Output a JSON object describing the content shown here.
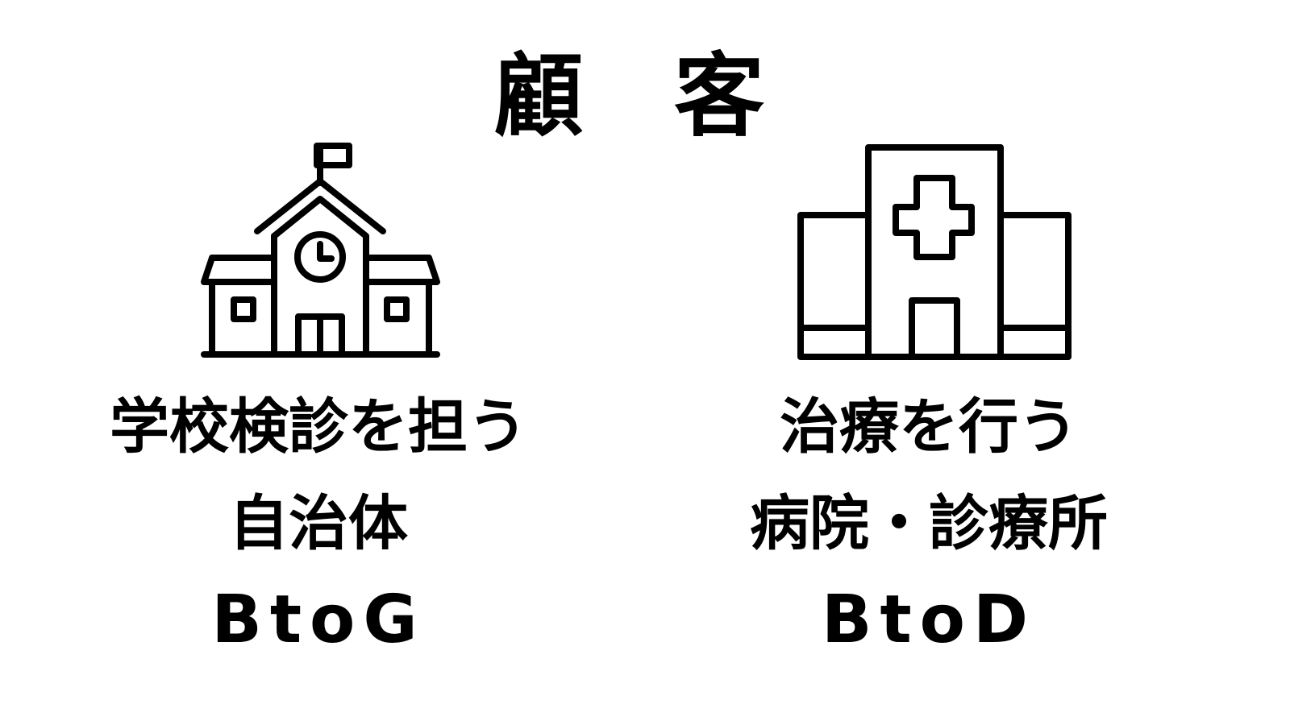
{
  "title": "顧　客",
  "customers": [
    {
      "icon": "school-icon",
      "line1": "学校検診を担う",
      "line2": "自治体",
      "code": "BtoG"
    },
    {
      "icon": "hospital-icon",
      "line1": "治療を行う",
      "line2": "病院・診療所",
      "code": "BtoD"
    }
  ]
}
